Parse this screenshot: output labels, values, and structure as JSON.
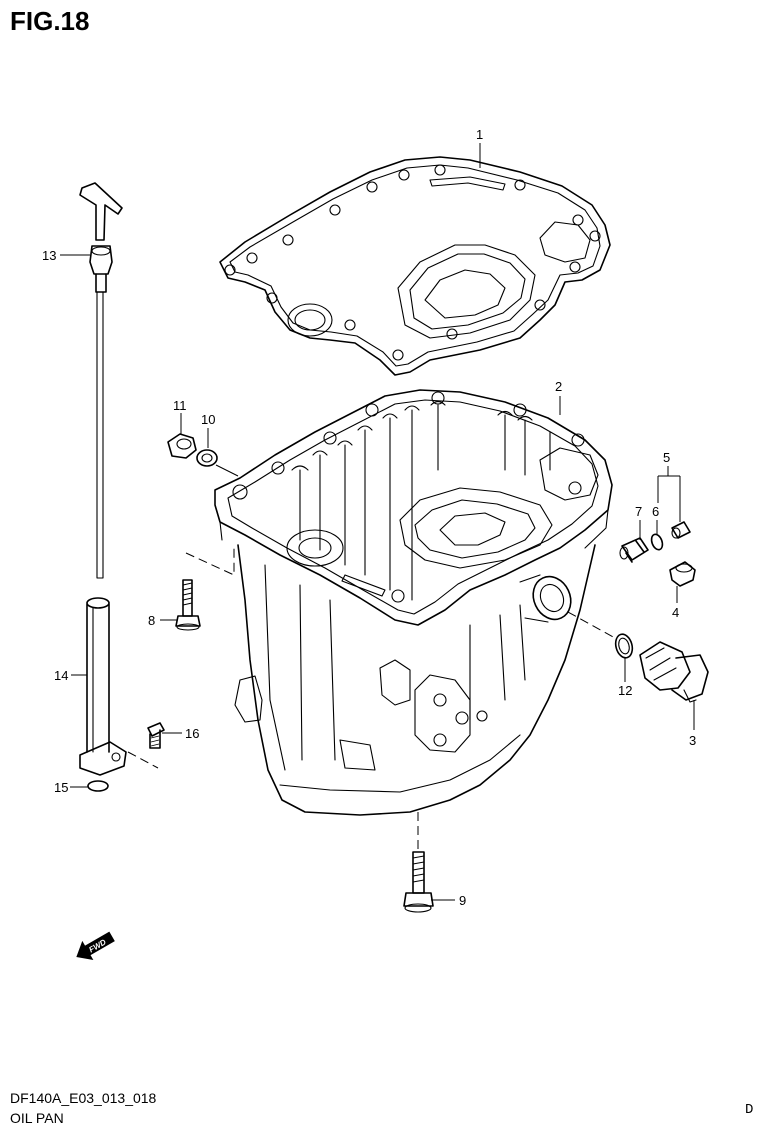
{
  "figure_title": "FIG.18",
  "model_code": "DF140A_E03_013_018",
  "caption": "OIL PAN",
  "page_letter": "D",
  "fwd_label": "FWD",
  "callouts": [
    {
      "id": "1",
      "part": "gasket"
    },
    {
      "id": "2",
      "part": "oil-pan"
    },
    {
      "id": "3",
      "part": "oil-filter-union"
    },
    {
      "id": "4",
      "part": "cap"
    },
    {
      "id": "5",
      "part": "group-bracket"
    },
    {
      "id": "6",
      "part": "o-ring"
    },
    {
      "id": "7",
      "part": "drain-plug"
    },
    {
      "id": "8",
      "part": "bolt"
    },
    {
      "id": "9",
      "part": "bolt"
    },
    {
      "id": "10",
      "part": "washer"
    },
    {
      "id": "11",
      "part": "plug"
    },
    {
      "id": "12",
      "part": "o-ring"
    },
    {
      "id": "13",
      "part": "dipstick"
    },
    {
      "id": "14",
      "part": "dipstick-guide"
    },
    {
      "id": "15",
      "part": "o-ring"
    },
    {
      "id": "16",
      "part": "bolt"
    }
  ]
}
